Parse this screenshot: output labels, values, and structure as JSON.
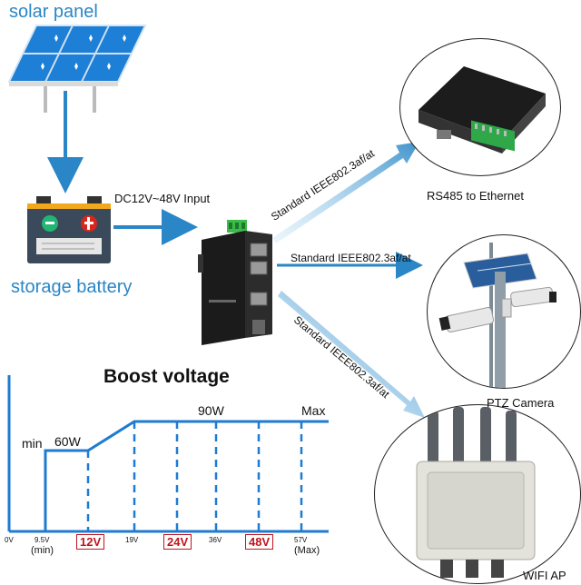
{
  "labels": {
    "solar_panel": "solar panel",
    "storage_battery": "storage battery",
    "input": "DC12V~48V Input",
    "standard_top": "Standard IEEE802.3af/at",
    "standard_mid": "Standard IEEE802.3af/at",
    "standard_bottom": "Standard IEEE802.3af/at",
    "rs485": "RS485 to Ethernet",
    "ptz": "PTZ Camera",
    "wifi": "WIFI AP"
  },
  "boost": {
    "title": "Boost voltage",
    "min_label": "min",
    "max_label": "Max",
    "power_low": "60W",
    "power_high": "90W",
    "ticks": [
      "0V",
      "9.5V",
      "12V",
      "19V",
      "24V",
      "36V",
      "48V",
      "57V"
    ],
    "tick_min_note": "(min)",
    "tick_max_note": "(Max)"
  },
  "colors": {
    "arrow_blue": "#2a86c6",
    "chart_blue": "#1f7bd1",
    "highlight_red": "#c0141c"
  }
}
